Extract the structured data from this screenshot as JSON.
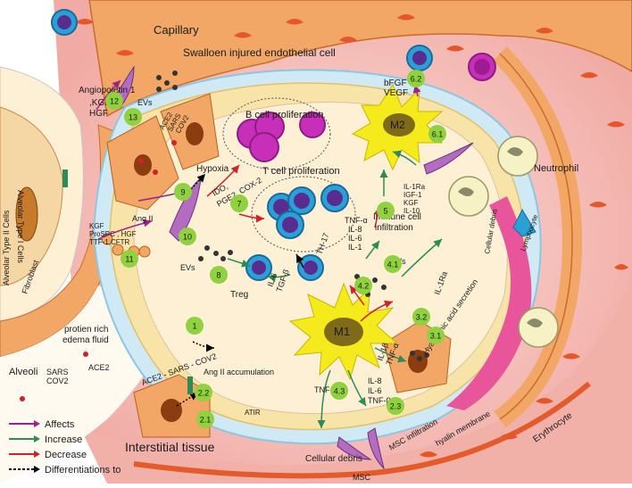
{
  "labels": {
    "capillary": "Capillary",
    "endothelial": "Swalloen injured endothelial cell",
    "b_cell": "B cell proliferation",
    "t_cell": "T cell proliferation",
    "hypoxia": "Hypoxia",
    "ido_line1": "IDO,",
    "ido_line2": "PGE2, COX-2",
    "angiopoietin": "Angiopoietin 1",
    "kgf_hgf_1": ",KGF,",
    "kgf_hgf_2": "HGF",
    "evs_top": "EVs",
    "ace2_sars_1": "ACE2",
    "ace2_sars_2": "SARS",
    "ace2_sars_3": "COV2",
    "ang2": "Ang II",
    "kgf_list_1": "KGF",
    "kgf_list_2": "ProSPC , HGF",
    "kgf_list_3": "TTF-1,CFTR",
    "evs_left": "EVs",
    "treg": "Treg",
    "il6_1": "IL-6",
    "tgf_1": "TGF-β",
    "th17": "TH-17",
    "tnf_list_1": "TNF-α",
    "tnf_list_2": "IL-8",
    "tnf_list_3": "IL-6",
    "tnf_list_4": "IL-1",
    "evs_right": "EVs",
    "il1ra": "IL-1Ra",
    "m1": "M1",
    "m2": "M2",
    "bfgf": "bFGF",
    "vegf": "VEGF",
    "il_list_1": "IL-1Ra",
    "il_list_2": "IGF-1",
    "il_list_3": "KGF",
    "il_list_4": "IL-10",
    "immune_1": "Immune cell",
    "immune_2": "infiltration",
    "neutrophil": "Neutrophil",
    "lymphocyte": "Lymphocyte",
    "cellular_debris_top": "Cellular debris",
    "hyaluronic": "Hyaluronic acid secretion",
    "il1b_1": "IL-1β",
    "il1b_2": "TNF-α",
    "il8_1": "IL-8",
    "il8_2": "IL-6",
    "il8_3": "TNF-β",
    "tnf_a": "TNF-α",
    "msc_infiltration": "MSC infiltration",
    "hyalin": "hyalin membrane",
    "erythrocyte": "Erythrocyte",
    "cellular_debris_bottom": "Cellular debris",
    "msc": "MSC",
    "interstitial": "Interstitial tissue",
    "alveoli": "Alveoli",
    "protein_1": "protien rich",
    "protein_2": "edema fluid",
    "sars_1": "SARS",
    "sars_2": "COV2",
    "ace2_mid": "ACE2",
    "ace2_sars_cov2": "ACE2 - SARS - COV2",
    "ang2_accum": "Ang II accumulation",
    "atir": "ATIR",
    "fibroblast": "Fibroblast",
    "type2": "Alveolar Type II Cells",
    "type1": "Alveolar Type I Cells"
  },
  "steps": [
    "1",
    "2.1",
    "2.2",
    "2.3",
    "3.1",
    "3.2",
    "4.1",
    "4.2",
    "4.3",
    "5",
    "6.1",
    "6.2",
    "7",
    "8",
    "9",
    "10",
    "11",
    "12",
    "13"
  ],
  "legend": [
    {
      "label": "Affects",
      "color": "#a0208e"
    },
    {
      "label": "Increase",
      "color": "#2e8b57"
    },
    {
      "label": "Decrease",
      "color": "#d4202a"
    },
    {
      "label": "Differentiations to",
      "color": "#000000"
    }
  ],
  "colors": {
    "badge": "#8fd13f",
    "cytoplasm": "#f5d7a6",
    "alveolar_space": "#fdf0d5",
    "membrane_blue": "#cfe9f5",
    "tissue_pink": "#f3c2bd",
    "macrophage": "#f5ea1c"
  }
}
